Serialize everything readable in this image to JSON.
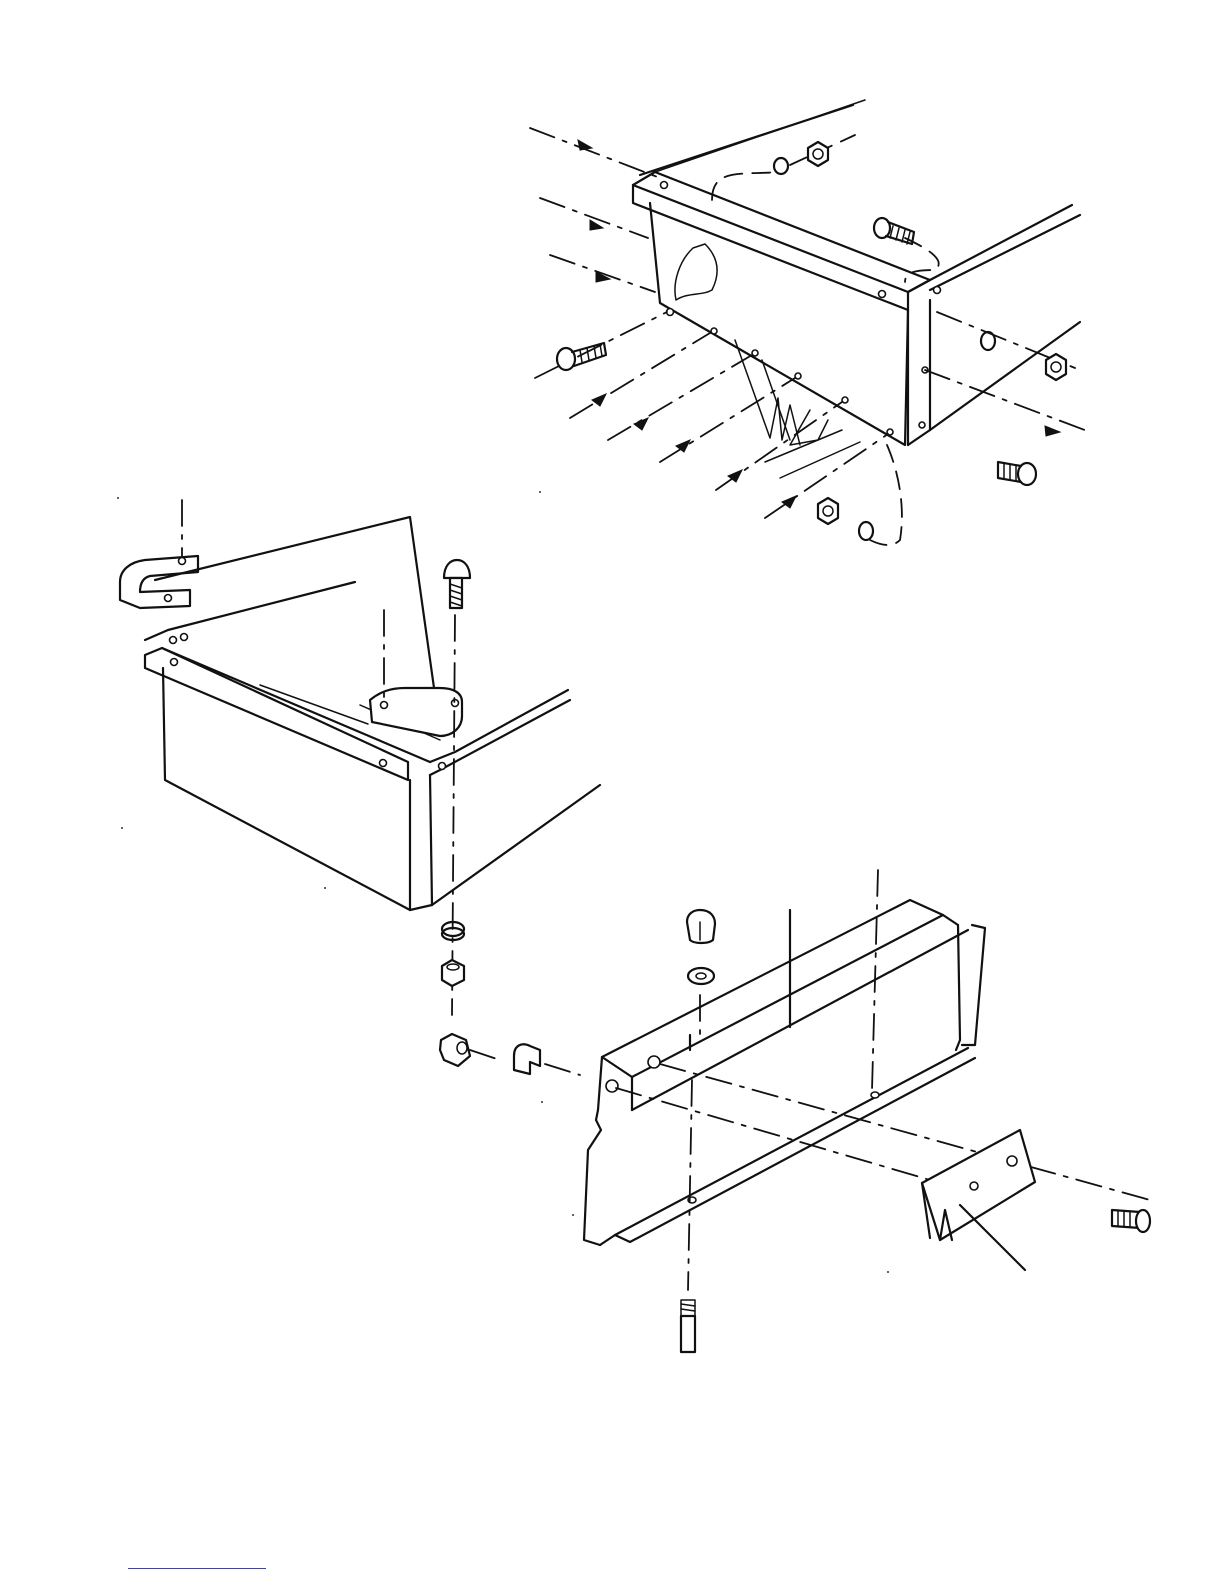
{
  "figure": {
    "description_panels": [
      "top-right-assembly",
      "left-corner-assembly",
      "lower-rail-assembly"
    ],
    "ink_color": "#111111",
    "paper_color": "#ffffff",
    "footer_rule_color": "#3b3bd6"
  }
}
